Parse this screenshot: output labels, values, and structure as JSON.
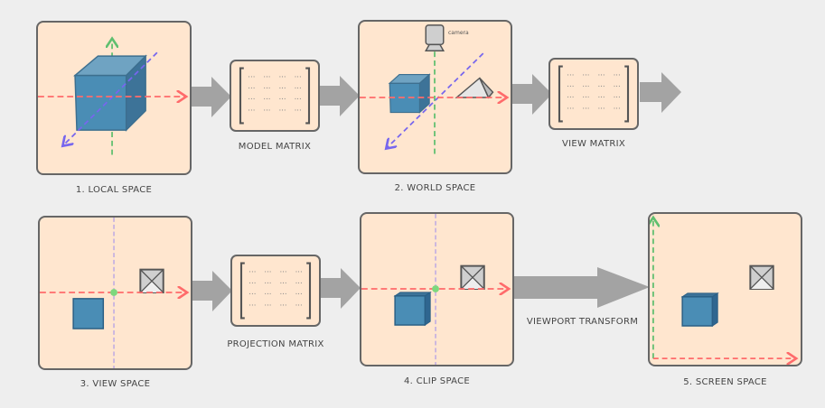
{
  "colors": {
    "background": "#eeeeee",
    "panel_fill": "#ffe6cf",
    "panel_border": "#666666",
    "arrow_fill": "#a3a3a3",
    "x_axis": "#ff6b6b",
    "y_axis": "#5fbf6f",
    "z_axis": "#7766ee",
    "cube_front": "#4a8db5",
    "cube_side": "#3d7398",
    "cube_top": "#6fa3c2",
    "origin_dot": "#7dd87d",
    "pyramid_fill": "#d0d0d0"
  },
  "stages": [
    {
      "id": "local",
      "caption": "1. LOCAL SPACE"
    },
    {
      "id": "world",
      "caption": "2. WORLD SPACE",
      "camera_label": "camera"
    },
    {
      "id": "view",
      "caption": "3. VIEW SPACE"
    },
    {
      "id": "clip",
      "caption": "4. CLIP SPACE"
    },
    {
      "id": "screen",
      "caption": "5. SCREEN SPACE"
    }
  ],
  "transforms": [
    {
      "id": "model",
      "caption": "MODEL MATRIX"
    },
    {
      "id": "view",
      "caption": "VIEW MATRIX"
    },
    {
      "id": "projection",
      "caption": "PROJECTION MATRIX"
    },
    {
      "id": "viewport",
      "caption": "VIEWPORT TRANSFORM"
    }
  ],
  "matrix_cell_glyph": "···"
}
